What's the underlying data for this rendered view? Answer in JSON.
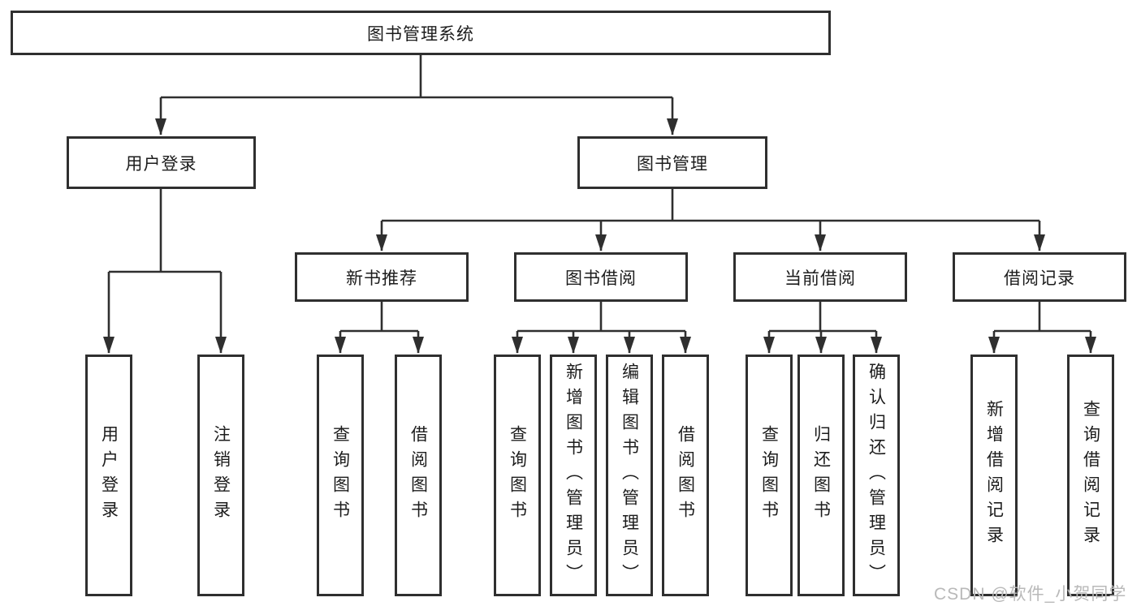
{
  "tree": {
    "label": "图书管理系统",
    "children": [
      {
        "label": "用户登录",
        "children": [
          {
            "label": "用户登录"
          },
          {
            "label": "注销登录"
          }
        ]
      },
      {
        "label": "图书管理",
        "children": [
          {
            "label": "新书推荐",
            "children": [
              {
                "label": "查询图书"
              },
              {
                "label": "借阅图书"
              }
            ]
          },
          {
            "label": "图书借阅",
            "children": [
              {
                "label": "查询图书"
              },
              {
                "label": "新增图书（管理员）"
              },
              {
                "label": "编辑图书（管理员）"
              },
              {
                "label": "借阅图书"
              }
            ]
          },
          {
            "label": "当前借阅",
            "children": [
              {
                "label": "查询图书"
              },
              {
                "label": "归还图书"
              },
              {
                "label": "确认归还（管理员）"
              }
            ]
          },
          {
            "label": "借阅记录",
            "children": [
              {
                "label": "新增借阅记录"
              },
              {
                "label": "查询借阅记录"
              }
            ]
          }
        ]
      }
    ]
  },
  "watermark": {
    "text": "CSDN @软件_小贺同学"
  },
  "colors": {
    "line": "#2f2f2f",
    "box_border": "#2f2f2f",
    "text": "#1c1c1c",
    "watermark": "#b9b9b9",
    "background": "#ffffff"
  }
}
